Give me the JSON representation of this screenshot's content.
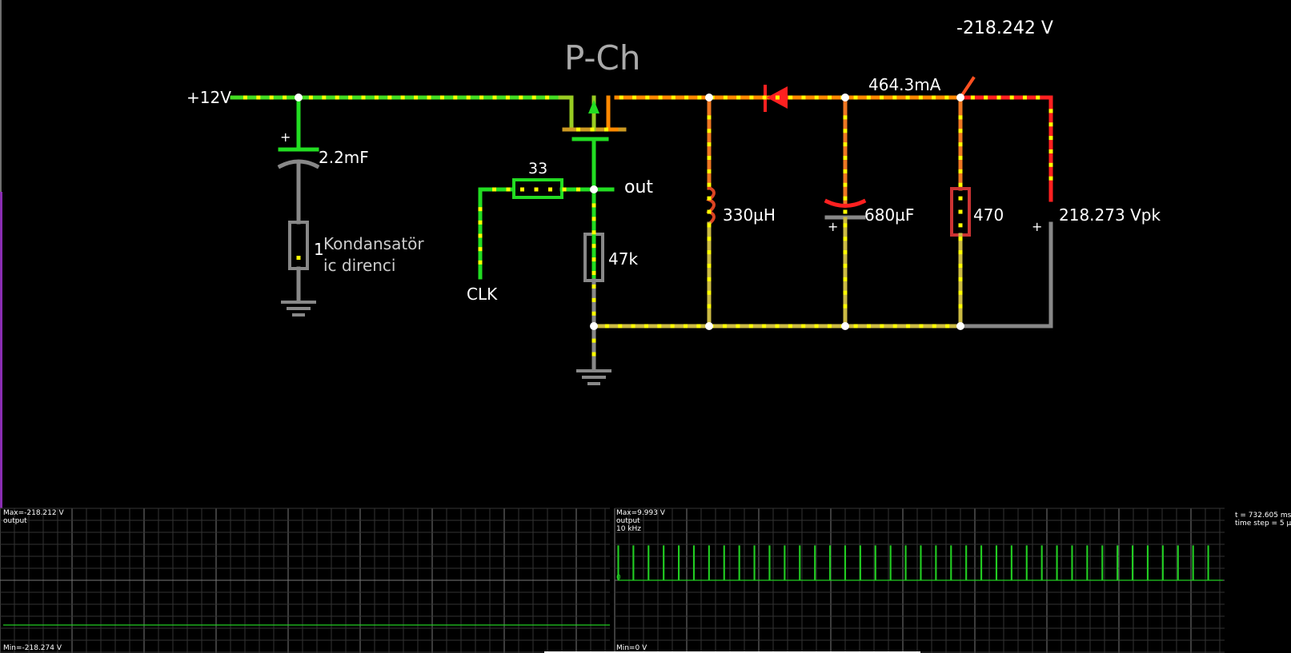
{
  "circuit": {
    "title": "P-Ch",
    "supply_label": "+12V",
    "cap1_label": "2.2mF",
    "cap1_plus": "+",
    "res_esr_value": "1",
    "res_esr_note_line1": "Kondansatör",
    "res_esr_note_line2": "ic direnci",
    "gate_res_label": "33",
    "out_label": "out",
    "clk_label": "CLK",
    "pulldown_res_label": "47k",
    "inductor_label": "330µH",
    "cap2_label": "680µF",
    "cap2_plus": "+",
    "load_res_label": "470",
    "current_label": "464.3mA",
    "voltage_readout": "-218.242 V",
    "vpk_label": "218.273 Vpk",
    "probe_plus": "+"
  },
  "scopes": [
    {
      "max": "Max=-218.212 V",
      "name": "output",
      "min": "Min=-218.274 V"
    },
    {
      "max": "Max=9.993 V",
      "name": "output",
      "freq": "10 kHz",
      "zero": "0",
      "min": "Min=0 V",
      "pulse_count": 40
    }
  ],
  "sim_info": {
    "time": "t = 732.605 ms",
    "timestep": "time step = 5 µ"
  },
  "colors": {
    "background": "#000000",
    "wire_green": "#22dd22",
    "wire_red": "#ff2020",
    "wire_orange": "#ff8800",
    "wire_gray": "#808080",
    "current_dot": "#ffff00",
    "grid": "#3a3a3a",
    "trace": "#22cc22"
  }
}
